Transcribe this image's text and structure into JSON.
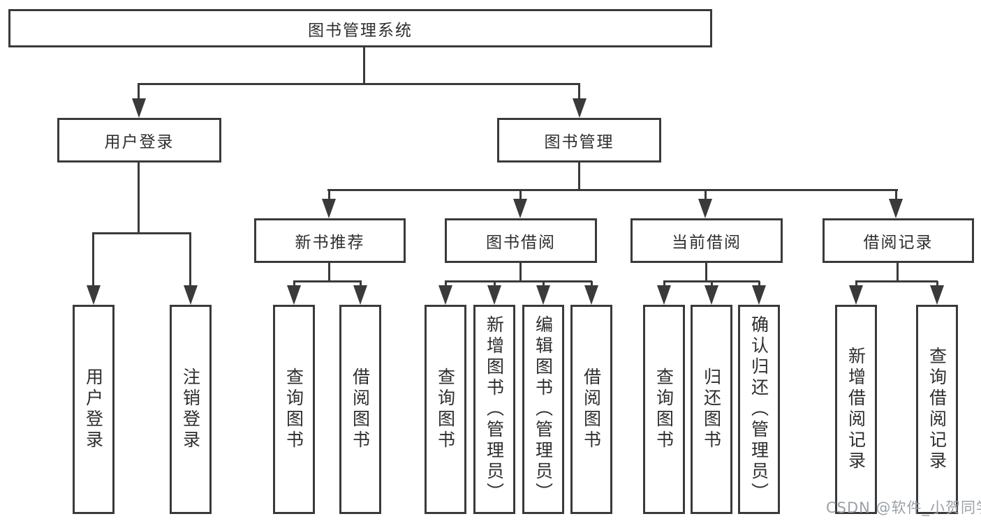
{
  "diagram": {
    "type": "tree",
    "root": {
      "label": "图书管理系统"
    },
    "children": [
      {
        "label": "用户登录",
        "children": [
          {
            "label": "用户登录"
          },
          {
            "label": "注销登录"
          }
        ]
      },
      {
        "label": "图书管理",
        "children": [
          {
            "label": "新书推荐",
            "children": [
              {
                "label": "查询图书"
              },
              {
                "label": "借阅图书"
              }
            ]
          },
          {
            "label": "图书借阅",
            "children": [
              {
                "label": "查询图书"
              },
              {
                "label": "新增图书（管理员）"
              },
              {
                "label": "编辑图书（管理员）"
              },
              {
                "label": "借阅图书"
              }
            ]
          },
          {
            "label": "当前借阅",
            "children": [
              {
                "label": "查询图书"
              },
              {
                "label": "归还图书"
              },
              {
                "label": "确认归还（管理员）"
              }
            ]
          },
          {
            "label": "借阅记录",
            "children": [
              {
                "label": "新增借阅记录"
              },
              {
                "label": "查询借阅记录"
              }
            ]
          }
        ]
      }
    ]
  },
  "watermark": {
    "text": "CSDN @软件_小贺同学"
  },
  "colors": {
    "background": "#ffffff",
    "line": "#3a3a3a",
    "box_border": "#3a3a3a",
    "box_fill": "#ffffff",
    "text": "#2e2e2e",
    "watermark": "#9aa1a8"
  }
}
